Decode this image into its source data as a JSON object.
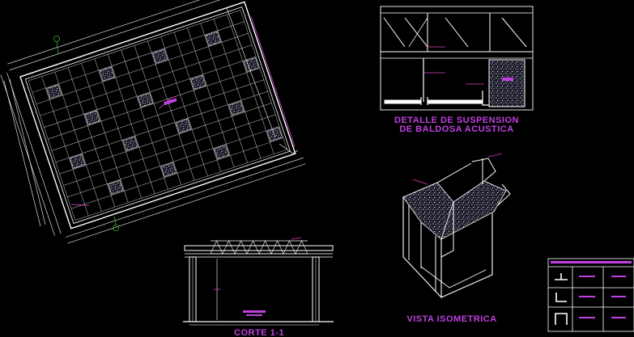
{
  "titles": {
    "detail_line1": "DETALLE DE SUSPENSION",
    "detail_line2": "DE BALDOSA ACUSTICA",
    "isometric": "VISTA ISOMETRICA",
    "section": "CORTE 1-1"
  },
  "colors": {
    "background": "#000000",
    "lines": "#ffffff",
    "titles": "#c040e0",
    "accent_magenta": "#e040c0",
    "axis_green": "#30c030",
    "grid_gray": "#9a9a9a"
  },
  "plan": {
    "grid_columns": 16,
    "grid_rows": 12,
    "tile_pattern": "acoustic-ceiling-tiles"
  },
  "icons": {
    "axis_marker": "grid-axis-bubble-icon",
    "tile": "acoustic-tile-icon"
  }
}
